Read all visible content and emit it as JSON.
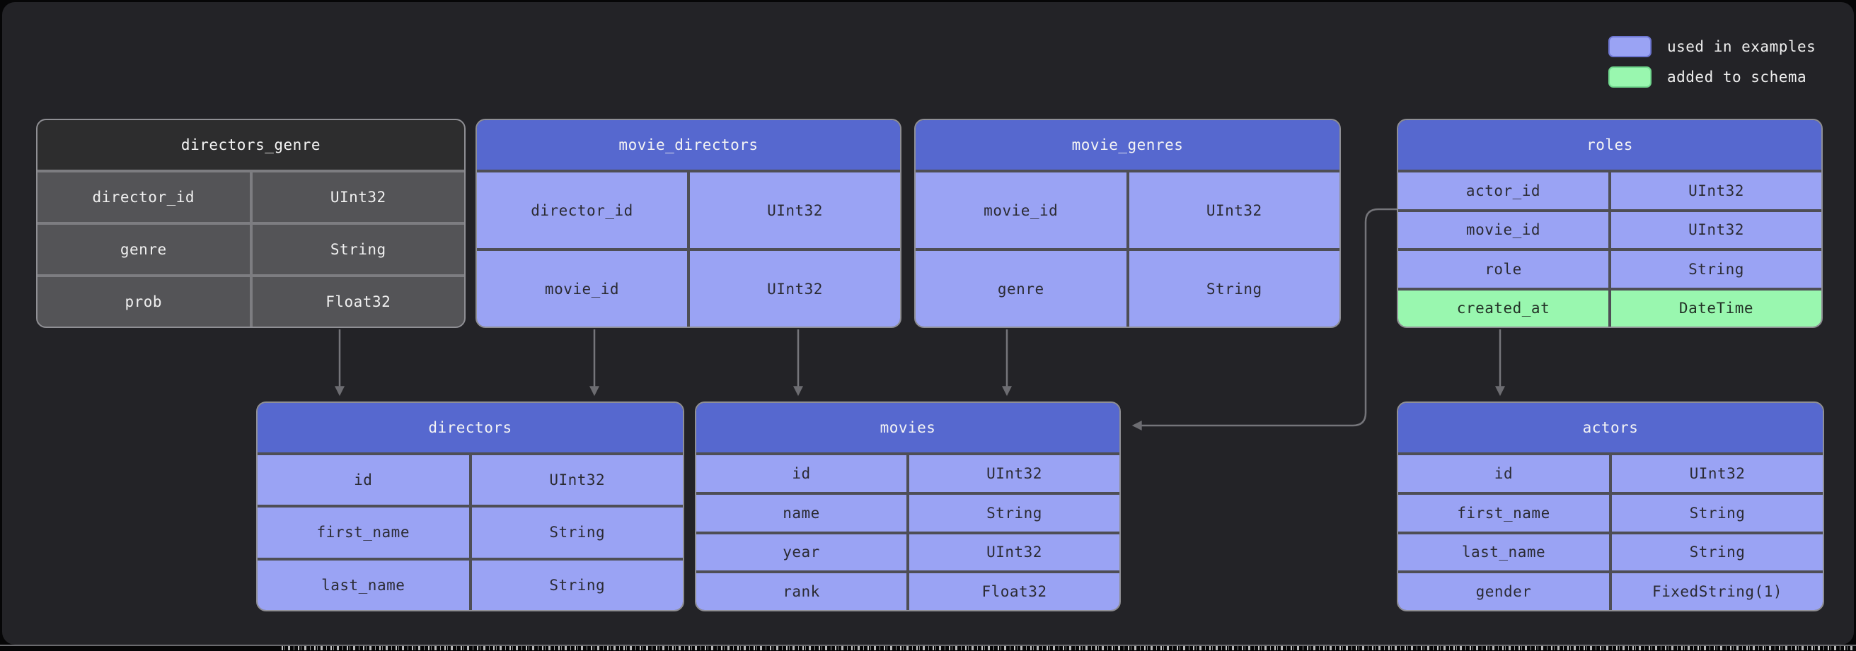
{
  "legend": {
    "items": [
      {
        "label": "used in examples",
        "swatch_color": "#9aa3f4"
      },
      {
        "label": "added to schema",
        "swatch_color": "#99f7af"
      }
    ]
  },
  "colors": {
    "used_in_examples_fill": "#9aa3f4",
    "added_to_schema_fill": "#99f7af",
    "table_header_blue": "#5668cf",
    "dark_table_row": "#545457",
    "panel_background": "#232327",
    "edge_stroke": "#75757a"
  },
  "tables": [
    {
      "name": "directors_genre",
      "variant": "dark",
      "rows": [
        {
          "field": "director_id",
          "type": "UInt32"
        },
        {
          "field": "genre",
          "type": "String"
        },
        {
          "field": "prob",
          "type": "Float32"
        }
      ]
    },
    {
      "name": "movie_directors",
      "variant": "blue",
      "rows": [
        {
          "field": "director_id",
          "type": "UInt32"
        },
        {
          "field": "movie_id",
          "type": "UInt32"
        }
      ]
    },
    {
      "name": "movie_genres",
      "variant": "blue",
      "rows": [
        {
          "field": "movie_id",
          "type": "UInt32"
        },
        {
          "field": "genre",
          "type": "String"
        }
      ]
    },
    {
      "name": "roles",
      "variant": "blue",
      "rows": [
        {
          "field": "actor_id",
          "type": "UInt32"
        },
        {
          "field": "movie_id",
          "type": "UInt32"
        },
        {
          "field": "role",
          "type": "String"
        },
        {
          "field": "created_at",
          "type": "DateTime",
          "highlight": "added_to_schema"
        }
      ]
    },
    {
      "name": "directors",
      "variant": "blue",
      "rows": [
        {
          "field": "id",
          "type": "UInt32"
        },
        {
          "field": "first_name",
          "type": "String"
        },
        {
          "field": "last_name",
          "type": "String"
        }
      ]
    },
    {
      "name": "movies",
      "variant": "blue",
      "rows": [
        {
          "field": "id",
          "type": "UInt32"
        },
        {
          "field": "name",
          "type": "String"
        },
        {
          "field": "year",
          "type": "UInt32"
        },
        {
          "field": "rank",
          "type": "Float32"
        }
      ]
    },
    {
      "name": "actors",
      "variant": "blue",
      "rows": [
        {
          "field": "id",
          "type": "UInt32"
        },
        {
          "field": "first_name",
          "type": "String"
        },
        {
          "field": "last_name",
          "type": "String"
        },
        {
          "field": "gender",
          "type": "FixedString(1)"
        }
      ]
    }
  ],
  "edges": [
    {
      "from": "directors_genre",
      "to": "directors"
    },
    {
      "from": "movie_directors",
      "to": "directors"
    },
    {
      "from": "movie_directors",
      "to": "movies"
    },
    {
      "from": "movie_genres",
      "to": "movies"
    },
    {
      "from": "roles",
      "to": "movies"
    },
    {
      "from": "roles",
      "to": "actors"
    }
  ]
}
